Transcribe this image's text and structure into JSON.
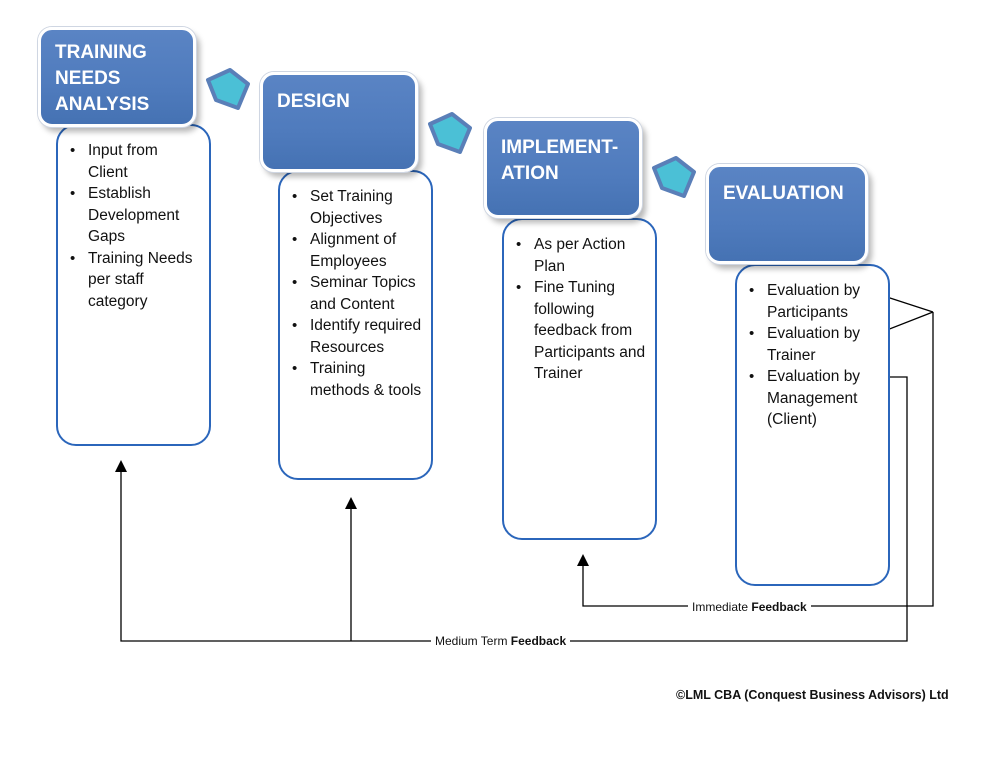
{
  "stages": [
    {
      "title_lines": [
        "TRAINING",
        "NEEDS",
        "ANALYSIS"
      ],
      "items": [
        "Input from Client",
        "Establish Development Gaps",
        "Training Needs per staff category"
      ]
    },
    {
      "title_lines": [
        "DESIGN"
      ],
      "items": [
        "Set Training Objectives",
        "Alignment of Employees",
        "Seminar Topics and Content",
        "Identify required Resources",
        "Training methods & tools"
      ]
    },
    {
      "title_lines": [
        "IMPLEMENT-",
        "ATION"
      ],
      "items": [
        "As per Action Plan",
        "Fine Tuning following feedback from Participants and Trainer"
      ]
    },
    {
      "title_lines": [
        "EVALUATION"
      ],
      "items": [
        "Evaluation by Participants",
        "Evaluation by Trainer",
        "Evaluation by Management (Client)"
      ]
    }
  ],
  "feedback": {
    "immediate": {
      "prefix": "Immediate ",
      "bold": "Feedback"
    },
    "medium": {
      "prefix": "Medium Term ",
      "bold": "Feedback"
    }
  },
  "copyright": "©LML CBA (Conquest Business Advisors) Ltd",
  "colors": {
    "stage_fill": "#4f7bbd",
    "detail_border": "#2b66bb",
    "arrow_fill": "#4bc0d6",
    "arrow_outline": "#4f7bbd"
  }
}
